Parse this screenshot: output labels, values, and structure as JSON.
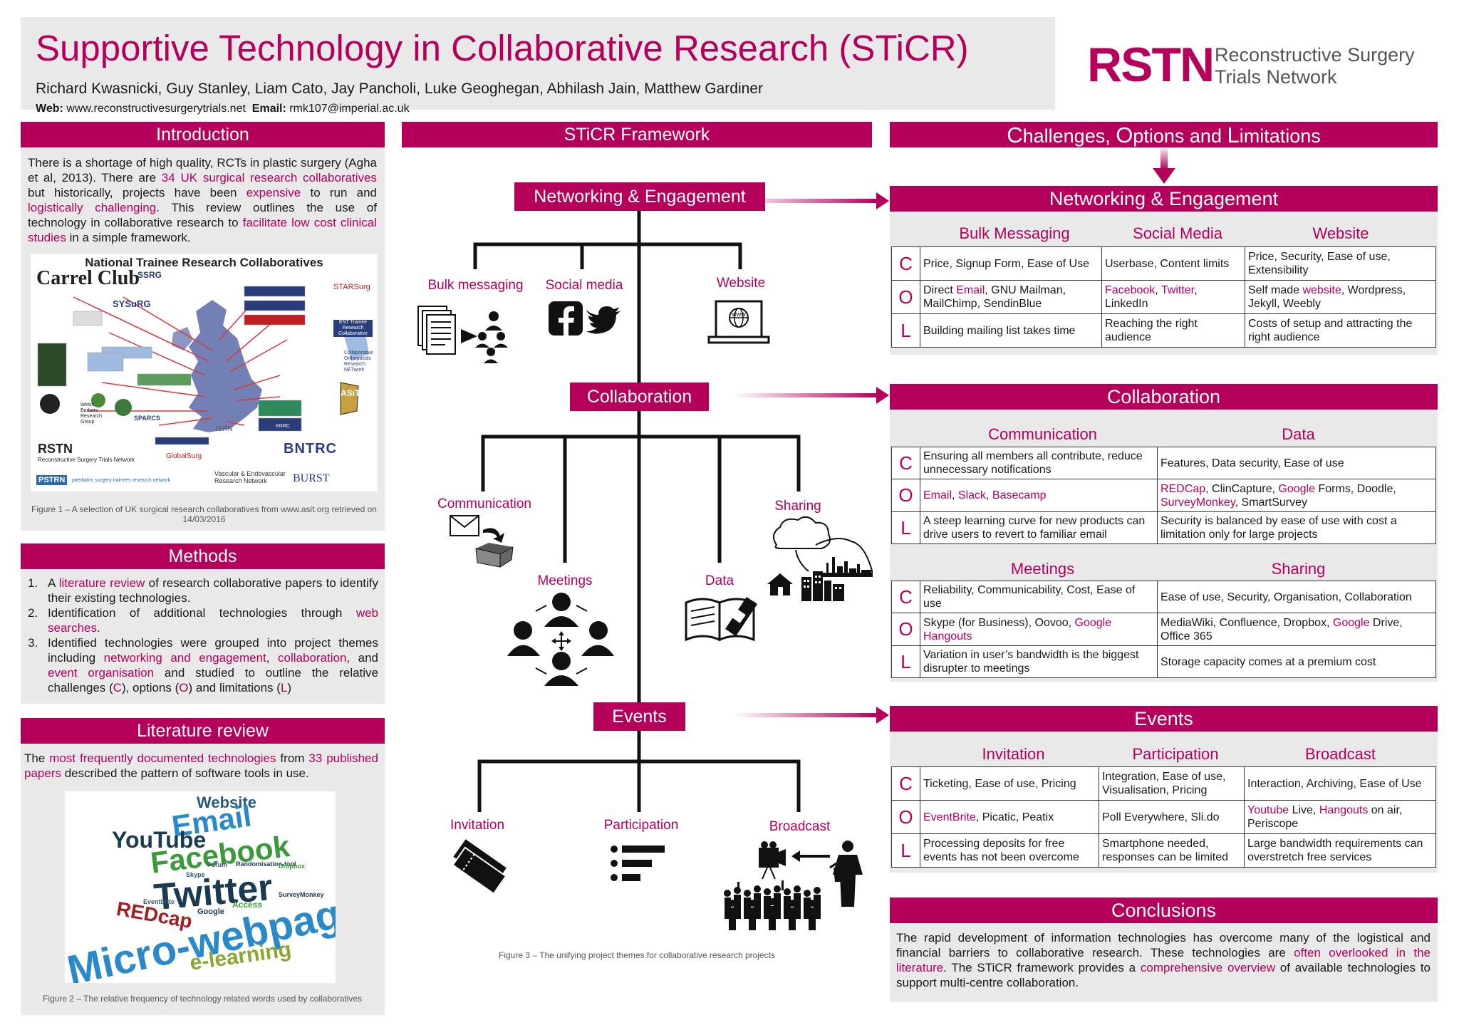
{
  "header": {
    "title": "Supportive Technology in Collaborative Research (STiCR)",
    "authors": "Richard Kwasnicki, Guy Stanley, Liam Cato, Jay Pancholi, Luke Geoghegan, Abhilash Jain, Matthew Gardiner",
    "web_label": "Web:",
    "web": "www.reconstructivesurgerytrials.net",
    "email_label": "Email:",
    "email": "rmk107@imperial.ac.uk"
  },
  "logo": {
    "acronym": "RSTN",
    "line1": "Reconstructive Surgery",
    "line2": "Trials Network"
  },
  "introduction": {
    "heading": "Introduction",
    "p1": "There is a shortage of high quality, RCTs in plastic surgery (Agha et al, 2013). There are ",
    "h1": "34 UK surgical research collaboratives",
    "p2": " but historically, projects have been ",
    "h2": "expensive",
    "p3": " to run and ",
    "h3": "logistically challenging",
    "p4": ". This review outlines the use of technology in collaborative research to ",
    "h4": "facilitate low cost clinical studies",
    "p5": " in a simple framework.",
    "figure_title": "National Trainee Research Collaboratives",
    "fig_labels": [
      "Carrel Club",
      "SSRG",
      "STARSurg",
      "SYSuRG",
      "ENT Trainee Research Collaborative",
      "Collaborative Orthopaedic Research NETwork",
      "ASiT",
      "Welsh Barbers Research Group",
      "SPARCS",
      "RSTN",
      "BNTRC",
      "Reconstructive Surgery Trials Network",
      "GlobalSurg",
      "PSTRN",
      "paediatric surgery trainees research network",
      "Vascular & Endovascular Research Network",
      "BURST",
      "ISRN",
      "KNRC"
    ],
    "caption": "Figure 1 – A selection of UK surgical research collaboratives from www.asit.org retrieved on 14/03/2016"
  },
  "methods": {
    "heading": "Methods",
    "items": [
      {
        "n": "1.",
        "a": "A ",
        "h": "literature review",
        "b": " of research collaborative papers to identify their existing technologies."
      },
      {
        "n": "2.",
        "a": "Identification of additional technologies through ",
        "h": "web searches",
        "b": "."
      },
      {
        "n": "3.",
        "a": "Identified technologies were grouped into project themes including ",
        "h": "networking and engagement",
        "b": ", "
      }
    ],
    "item3_h2": "collaboration",
    "item3_c": ", and ",
    "item3_h3": "event organisation",
    "item3_d": " and studied to outline the relative challenges (",
    "c": "C",
    "item3_e": "), options (",
    "o": "O",
    "item3_f": ") and limitations (",
    "l": "L",
    "item3_g": ")"
  },
  "literature": {
    "heading": "Literature review",
    "p1": "The ",
    "h1": "most frequently documented technologies",
    "p2": " from ",
    "h2": "33 published papers",
    "p3": " described the pattern of software tools in use.",
    "words": [
      "Website",
      "Email",
      "YouTube",
      "Facebook",
      "Twitter",
      "REDcap",
      "Micro-webpage",
      "e-learning",
      "Google",
      "Access",
      "SurveyMonkey",
      "Eventbrite",
      "Skype",
      "Randomisation-tool",
      "Dropbox",
      "Forum"
    ],
    "caption": "Figure 2 – The relative frequency of technology related words used by collaboratives"
  },
  "framework": {
    "heading": "STiCR Framework",
    "networking": "Networking & Engagement",
    "networking_items": [
      "Bulk messaging",
      "Social media",
      "Website"
    ],
    "collaboration": "Collaboration",
    "collaboration_items": [
      "Communication",
      "Meetings",
      "Data",
      "Sharing"
    ],
    "events": "Events",
    "events_items": [
      "Invitation",
      "Participation",
      "Broadcast"
    ],
    "www": "www",
    "caption": "Figure 3 – The unifying project themes for collaborative research projects"
  },
  "col": {
    "heading_parts": [
      {
        "cap": "C",
        "rest": "hallenges, "
      },
      {
        "cap": "O",
        "rest": "ptions and "
      },
      {
        "cap": "L",
        "rest": "imitations"
      }
    ],
    "networking": {
      "heading": "Networking & Engagement",
      "subheads": [
        "Bulk Messaging",
        "Social Media",
        "Website"
      ],
      "rows": [
        {
          "letter": "C",
          "cells": [
            "Price, Signup Form, Ease of Use",
            "Userbase, Content limits",
            "Price, Security, Ease of use, Extensibility"
          ]
        },
        {
          "letter": "O",
          "cells": [
            "Direct Email, GNU Mailman, MailChimp, SendinBlue",
            "Facebook, Twitter, LinkedIn",
            "Self made website, Wordpress, Jekyll, Weebly"
          ]
        },
        {
          "letter": "L",
          "cells": [
            "Building mailing list takes time",
            "Reaching the right audience",
            "Costs of setup and attracting the right audience"
          ]
        }
      ]
    },
    "collaboration": {
      "heading": "Collaboration",
      "subheads1": [
        "Communication",
        "Data"
      ],
      "rows1": [
        {
          "letter": "C",
          "cells": [
            "Ensuring all members all contribute, reduce unnecessary notifications",
            "Features, Data security, Ease of use"
          ]
        },
        {
          "letter": "O",
          "cells": [
            "Email, Slack, Basecamp",
            "REDCap, ClinCapture, Google Forms, Doodle, SurveyMonkey, SmartSurvey"
          ]
        },
        {
          "letter": "L",
          "cells": [
            "A steep learning curve for new products can drive users to revert to familiar email",
            "Security is balanced by ease of use with cost a limitation only for large projects"
          ]
        }
      ],
      "subheads2": [
        "Meetings",
        "Sharing"
      ],
      "rows2": [
        {
          "letter": "C",
          "cells": [
            "Reliability, Communicability, Cost, Ease of use",
            "Ease of use, Security, Organisation, Collaboration"
          ]
        },
        {
          "letter": "O",
          "cells": [
            "Skype (for Business), Oovoo, Google Hangouts",
            "MediaWiki, Confluence, Dropbox, Google Drive, Office 365"
          ]
        },
        {
          "letter": "L",
          "cells": [
            "Variation in user’s bandwidth is the biggest disrupter to meetings",
            "Storage capacity comes at a premium cost"
          ]
        }
      ]
    },
    "events": {
      "heading": "Events",
      "subheads": [
        "Invitation",
        "Participation",
        "Broadcast"
      ],
      "rows": [
        {
          "letter": "C",
          "cells": [
            "Ticketing, Ease of use, Pricing",
            "Integration, Ease of use, Visualisation, Pricing",
            "Interaction, Archiving, Ease of Use"
          ]
        },
        {
          "letter": "O",
          "cells": [
            "EventBrite, Picatic, Peatix",
            "Poll Everywhere, Sli.do",
            "Youtube Live, Hangouts on air, Periscope"
          ]
        },
        {
          "letter": "L",
          "cells": [
            "Processing deposits for free events has not been overcome",
            "Smartphone needed, responses can be limited",
            "Large bandwidth requirements can overstretch free services"
          ]
        }
      ]
    }
  },
  "conclusions": {
    "heading": "Conclusions",
    "p1": "The rapid development of information technologies has overcome many of the logistical and financial barriers to collaborative research.  These technologies are ",
    "h1": "often overlooked in the literature",
    "p2": ". The STiCR framework provides a ",
    "h2": "comprehensive overview",
    "p3": " of available technologies to support multi-centre collaboration."
  }
}
